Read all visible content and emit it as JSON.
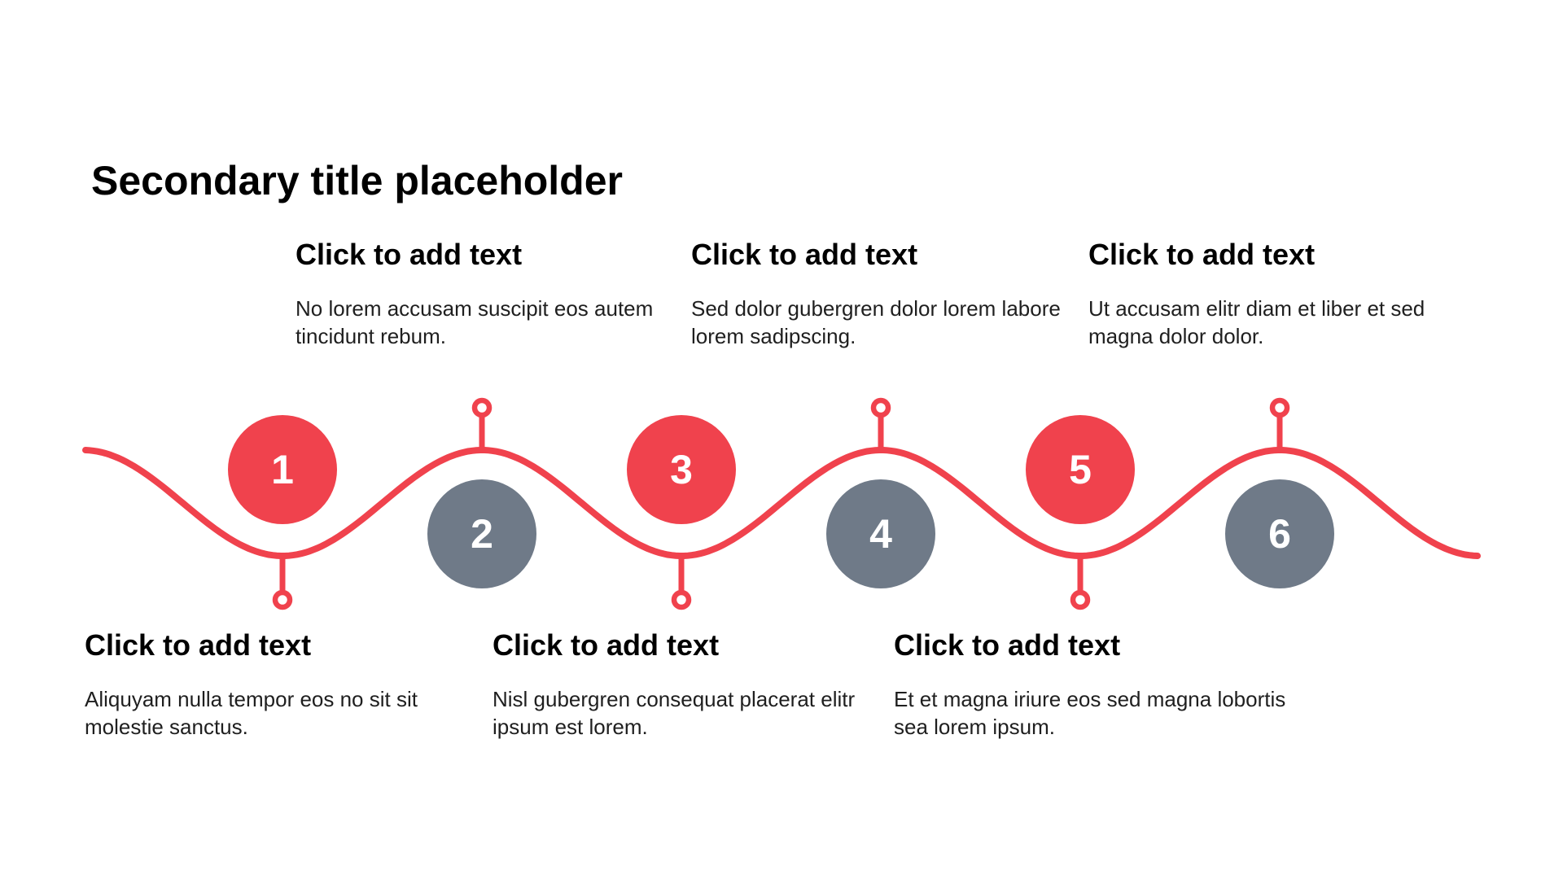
{
  "slide": {
    "title": "Secondary title placeholder",
    "background": "#ffffff"
  },
  "colors": {
    "red": "#F0424D",
    "gray": "#6F7A88",
    "heading_text": "#000000",
    "body_text": "#1f1f1f",
    "number_text": "#ffffff"
  },
  "top_blocks": [
    {
      "heading": "Click to add text",
      "body_line1": "No lorem accusam suscipit eos autem",
      "body_line2": "tincidunt rebum."
    },
    {
      "heading": "Click to add text",
      "body_line1": "Sed dolor gubergren dolor lorem labore",
      "body_line2": "lorem sadipscing."
    },
    {
      "heading": "Click to add text",
      "body_line1": "Ut accusam elitr diam et liber et sed",
      "body_line2": "magna dolor dolor."
    }
  ],
  "bottom_blocks": [
    {
      "heading": "Click to add text",
      "body_line1": "Aliquyam nulla tempor eos no sit sit",
      "body_line2": "molestie sanctus."
    },
    {
      "heading": "Click to add text",
      "body_line1": "Nisl gubergren consequat placerat elitr",
      "body_line2": "ipsum est lorem."
    },
    {
      "heading": "Click to add text",
      "body_line1": "Et et magna iriure eos sed magna lobortis",
      "body_line2": "sea lorem ipsum."
    }
  ],
  "timeline": {
    "steps": [
      {
        "number": "1",
        "variant": "red"
      },
      {
        "number": "2",
        "variant": "gray"
      },
      {
        "number": "3",
        "variant": "red"
      },
      {
        "number": "4",
        "variant": "gray"
      },
      {
        "number": "5",
        "variant": "red"
      },
      {
        "number": "6",
        "variant": "gray"
      }
    ]
  }
}
